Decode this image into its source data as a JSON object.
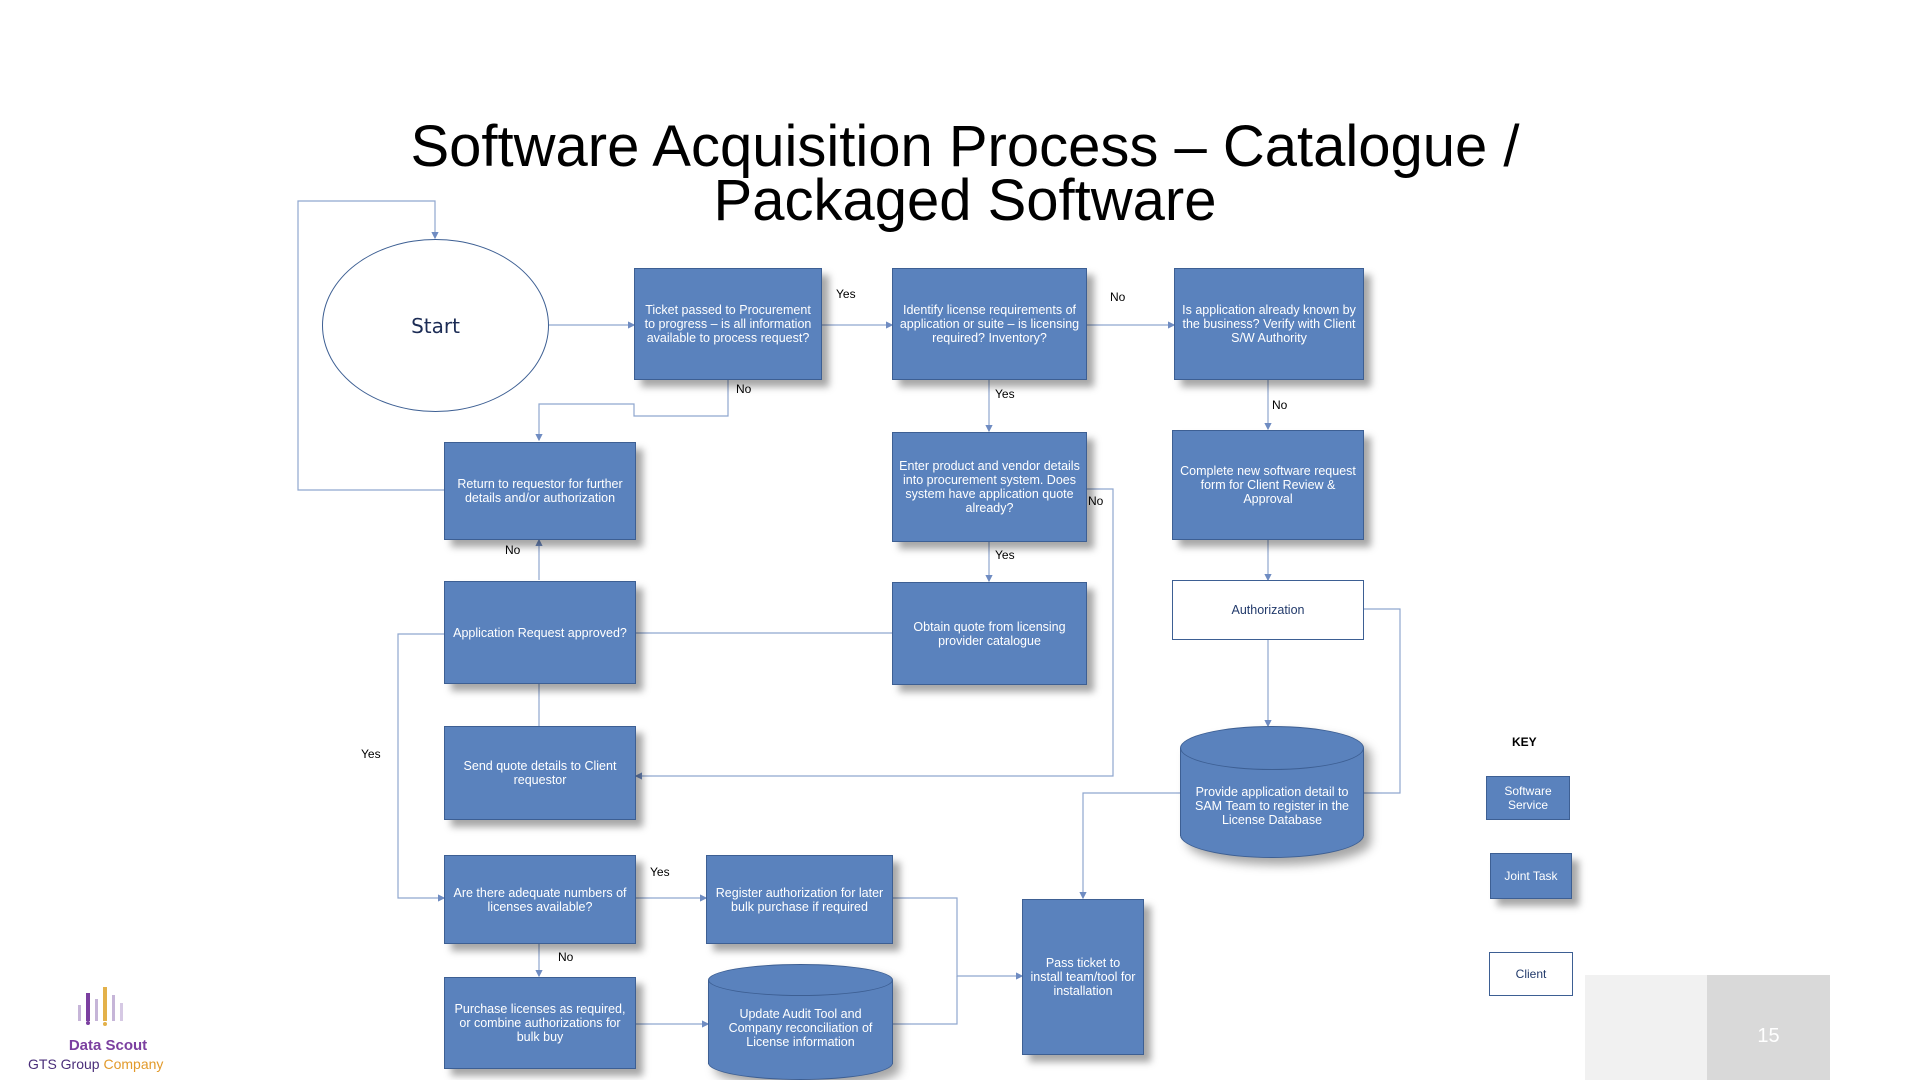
{
  "title": {
    "line1": "Software Acquisition Process – Catalogue /",
    "line2": "Packaged Software"
  },
  "nodes": {
    "start": "Start",
    "ticket": "Ticket passed to Procurement to progress – is all information available to process request?",
    "identify": "Identify license requirements of application or suite – is licensing required? Inventory?",
    "known": "Is application already known by the business? Verify with Client S/W Authority",
    "return": "Return to requestor for further details and/or authorization",
    "enter": "Enter product and vendor details into procurement system. Does system have application quote already?",
    "complete": "Complete new software request form for Client  Review & Approval",
    "approved": "Application Request approved?",
    "obtain": "Obtain quote from licensing provider catalogue",
    "authorization": "Authorization",
    "send": "Send  quote details to Client requestor",
    "provide": "Provide application detail to SAM Team to register in the License Database",
    "adequate": "Are there adequate numbers of licenses available?",
    "register": "Register authorization for later bulk purchase if required",
    "pass": "Pass ticket to install team/tool for installation",
    "purchase": "Purchase licenses as required, or combine authorizations for bulk buy",
    "update": "Update Audit Tool and Company reconciliation of License information"
  },
  "edge_labels": {
    "ticket_yes": "Yes",
    "identify_no": "No",
    "ticket_no": "No",
    "identify_yes": "Yes",
    "known_no": "No",
    "enter_no": "No",
    "approved_no": "No",
    "enter_yes": "Yes",
    "approved_yes": "Yes",
    "adequate_yes": "Yes",
    "adequate_no": "No"
  },
  "key": {
    "title": "KEY",
    "software_service": "Software Service",
    "joint_task": "Joint Task",
    "client": "Client"
  },
  "logo": {
    "name": "Data Scout",
    "sub_prefix": "GTS Group ",
    "sub_accent": "Company"
  },
  "page_number": "15",
  "colors": {
    "node_fill": "#5a82bd",
    "node_border": "#3d5f93",
    "connector": "#8fa6cf"
  }
}
